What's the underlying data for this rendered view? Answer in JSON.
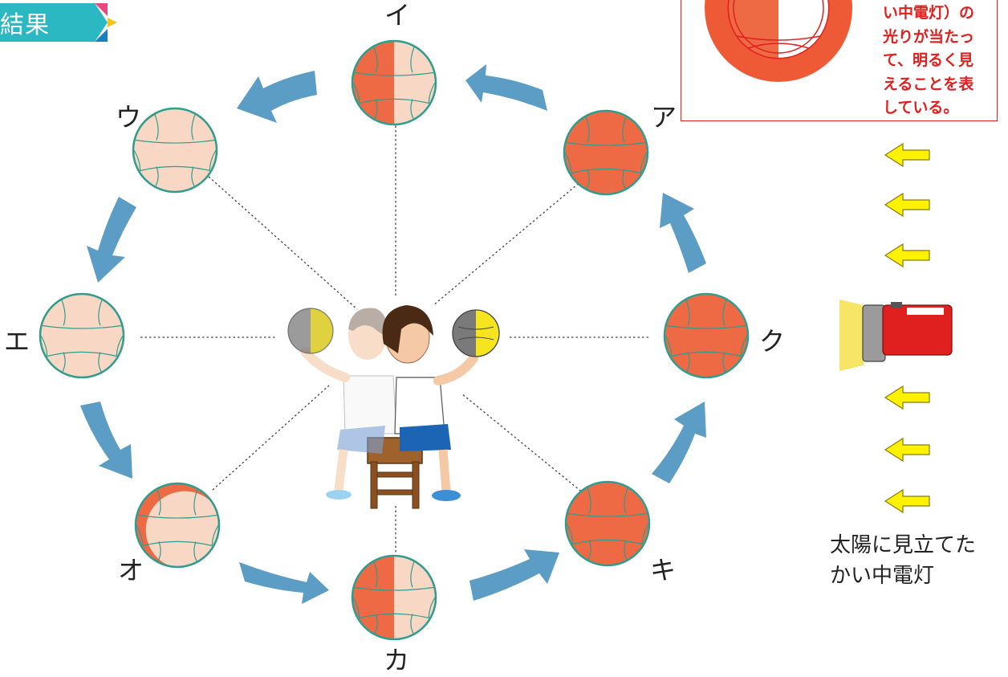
{
  "header": {
    "title": "結果",
    "bg_color": "#2bb8c2",
    "accent_colors": [
      "#e8487f",
      "#f4c21a",
      "#1a7ec4"
    ]
  },
  "legend": {
    "lines": [
      "い中電灯）の",
      "光りが当たっ",
      "て、明るく見",
      "えることを表",
      "している。"
    ],
    "border_color": "#e0201f",
    "lit_color": "#ee6a45",
    "dark_color": "#f8d8c4"
  },
  "positions": [
    {
      "id": "ア",
      "label": "ア",
      "lit": "right-large"
    },
    {
      "id": "イ",
      "label": "イ",
      "lit": "left-half"
    },
    {
      "id": "ウ",
      "label": "ウ",
      "lit": "left-crescent"
    },
    {
      "id": "エ",
      "label": "エ",
      "lit": "none"
    },
    {
      "id": "オ",
      "label": "オ",
      "lit": "left-gibbous"
    },
    {
      "id": "カ",
      "label": "カ",
      "lit": "left-half"
    },
    {
      "id": "キ",
      "label": "キ",
      "lit": "right-gibbous"
    },
    {
      "id": "ク",
      "label": "ク",
      "lit": "full"
    }
  ],
  "light_source": {
    "caption_lines": [
      "太陽に見立てた",
      "かい中電灯"
    ],
    "arrow_color": "#fff200",
    "body_color": "#e0201f"
  },
  "colors": {
    "ball_lit": "#ee6a45",
    "ball_dark": "#f8d8c4",
    "ball_seam": "#2f9c8e",
    "orbit_arrow": "#5b9dc4"
  }
}
